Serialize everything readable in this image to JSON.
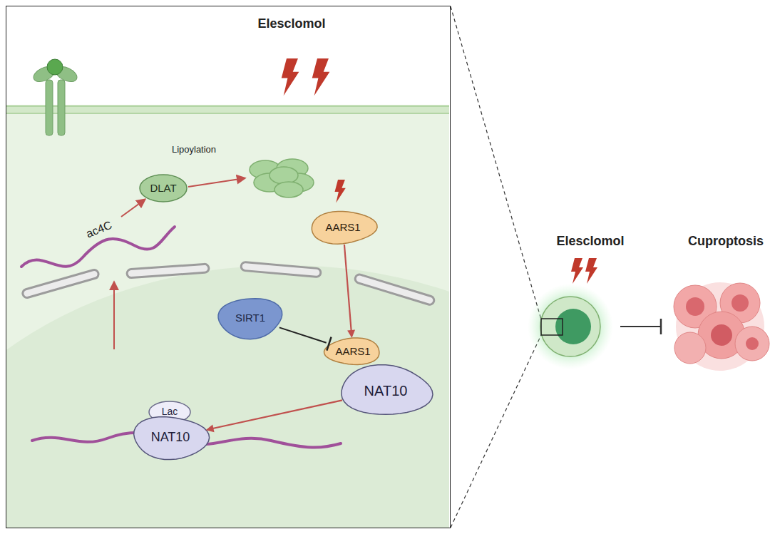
{
  "diagram": {
    "nodes": [
      {
        "text": [
          "Elesclomol"
        ]
      },
      {
        "text": [
          "DLAT"
        ],
        "in": 0
      },
      {
        "text": [
          "AARS1"
        ],
        "in": 0
      },
      {
        "text": [
          "SIRT1"
        ],
        "in": 0
      },
      {
        "text": [
          "AARS1"
        ],
        "in": 0
      },
      {
        "text": [
          "NAT10"
        ],
        "in": 0
      },
      {
        "text": [
          "Lac"
        ],
        "in": 0
      },
      {
        "text": [
          "NAT10"
        ],
        "in": 0
      }
    ],
    "edges": [
      {
        "from": 2,
        "to": 4,
        "arrow": "to"
      },
      {
        "from": 3,
        "to": 4,
        "arrow": "to"
      },
      {
        "from": 5,
        "to": 7,
        "arrow": "to"
      }
    ],
    "labels": [
      "Lipoylation",
      "ac4C",
      "Elesclomol",
      "Cuproptosis"
    ]
  }
}
